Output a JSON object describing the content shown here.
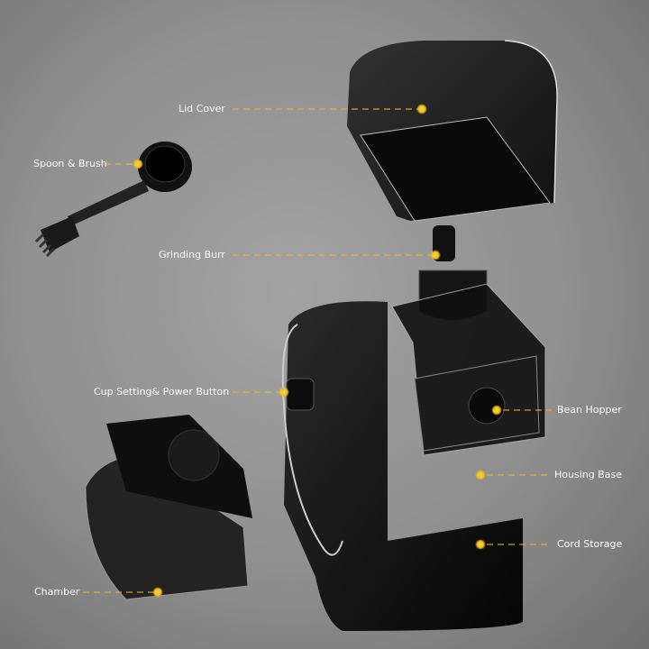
{
  "labels": {
    "lid_cover": "Lid Cover",
    "spoon_brush": "Spoon & Brush",
    "grinding_burr": "Grinding Burr",
    "cup_setting": "Cup Setting& Power Button",
    "bean_hopper": "Bean Hopper",
    "housing_base": "Housing Base",
    "cord_storage": "Cord Storage",
    "chamber": "Chamber"
  },
  "colors": {
    "accent": "#f0c020",
    "text": "#ffffff"
  }
}
